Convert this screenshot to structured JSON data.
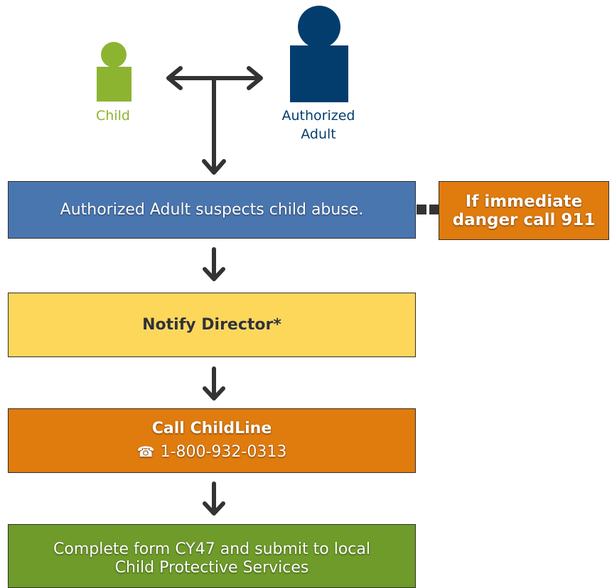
{
  "people": {
    "child_label": "Child",
    "adult_label_line1": "Authorized",
    "adult_label_line2": "Adult"
  },
  "steps": {
    "suspect": "Authorized Adult suspects child abuse.",
    "danger_line1": "If immediate",
    "danger_line2": "danger call 911",
    "notify": "Notify Director*",
    "childline_title": "Call ChildLine",
    "childline_phone": "1-800-932-0313",
    "form_line1": "Complete form CY47  and submit to local",
    "form_line2": "Child Protective Services"
  },
  "icons": {
    "phone": "telephone-icon",
    "child": "child-person-icon",
    "adult": "adult-person-icon"
  },
  "colors": {
    "child_green": "#8db431",
    "adult_navy": "#033d6e",
    "step_blue": "#4a76b0",
    "danger_orange": "#e07b0e",
    "notify_yellow": "#fdd75a",
    "childline_orange": "#e07b0e",
    "form_green": "#6e9b2a",
    "arrow": "#333333"
  }
}
